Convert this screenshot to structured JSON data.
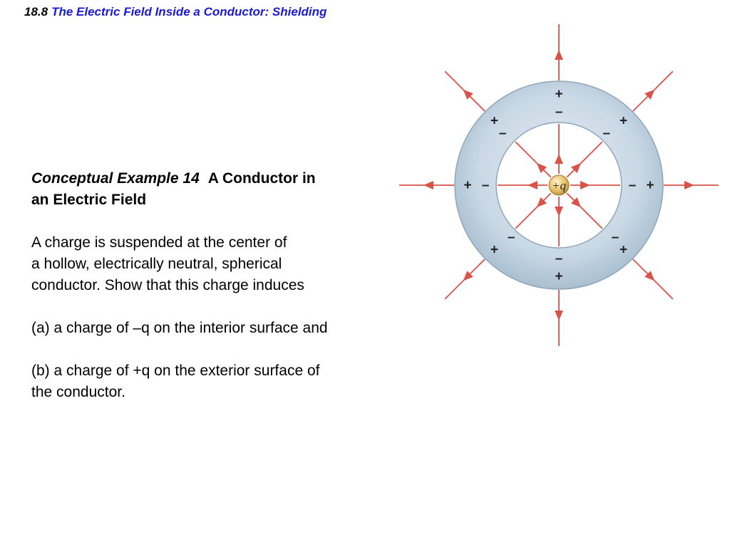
{
  "header": {
    "section_number": "18.8",
    "section_title": "The Electric Field Inside a Conductor: Shielding"
  },
  "example": {
    "label": "Conceptual Example 14",
    "title_line1": "A Conductor in",
    "title_line2": "an Electric Field",
    "body_lines": [
      "A charge is suspended at the center of",
      "a hollow, electrically neutral, spherical",
      "conductor.  Show that this charge induces"
    ],
    "part_a": "(a) a charge of –q on the interior surface and",
    "part_b_lines": [
      "(b) a charge of +q on the exterior surface of",
      "the conductor."
    ]
  },
  "figure": {
    "center_charge_label": "+q",
    "plus_sign": "+",
    "minus_sign": "–",
    "colors": {
      "field_line": "#d9534a",
      "shell_fill": "#c5d6e4",
      "shell_edge": "#8fa6b8",
      "charge_fill": "#e8c06a"
    }
  }
}
